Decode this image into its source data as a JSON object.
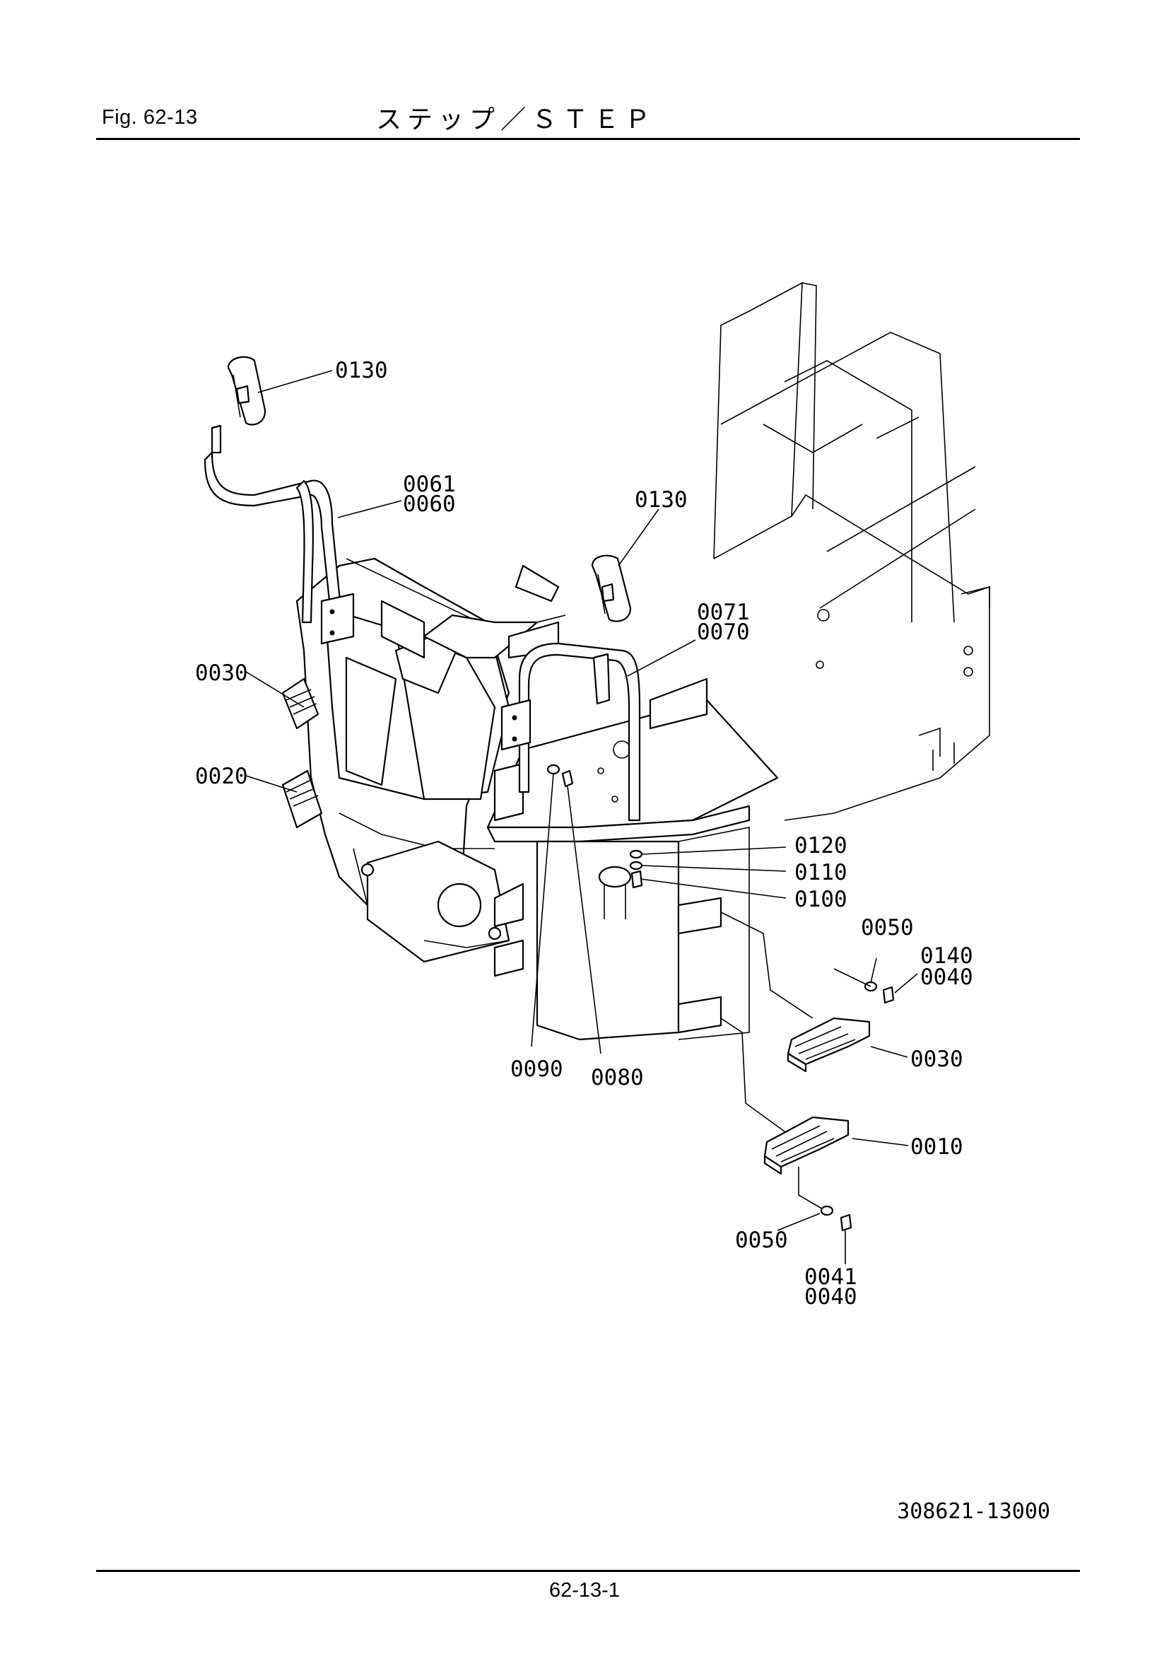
{
  "header": {
    "figure_label": "Fig.  62-13",
    "title": "ステップ／ＳＴＥＰ"
  },
  "footer": {
    "drawing_number": "308621-13000",
    "page_number": "62-13-1"
  },
  "callouts": {
    "mirror_left": "0130",
    "handrail_left_a": "0061",
    "handrail_left_b": "0060",
    "mirror_right": "0130",
    "handrail_right_a": "0071",
    "handrail_right_b": "0070",
    "step_upper_left": "0030",
    "step_lower_left": "0020",
    "washer_0120": "0120",
    "washer_0110": "0110",
    "bolt_0100": "0100",
    "washer_0050_upper": "0050",
    "bolt_0140": "0140",
    "bolt_0040_upper": "0040",
    "step_upper_right": "0030",
    "washer_0090": "0090",
    "bolt_0080": "0080",
    "step_lower_right": "0010",
    "washer_0050_lower": "0050",
    "bolt_0041": "0041",
    "bolt_0040_lower": "0040"
  }
}
